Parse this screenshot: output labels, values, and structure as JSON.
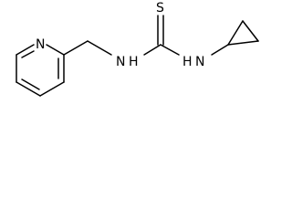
{
  "structure": {
    "atoms": {
      "sulfur": "S",
      "nitrogen_pyridine": "N",
      "nitrogen_nh_left": "N",
      "hydrogen_nh_left": "H",
      "nitrogen_nh_right": "N",
      "hydrogen_nh_right": "H"
    },
    "colors": {
      "bond": "#000000",
      "label": "#000000",
      "background": "#ffffff"
    }
  }
}
